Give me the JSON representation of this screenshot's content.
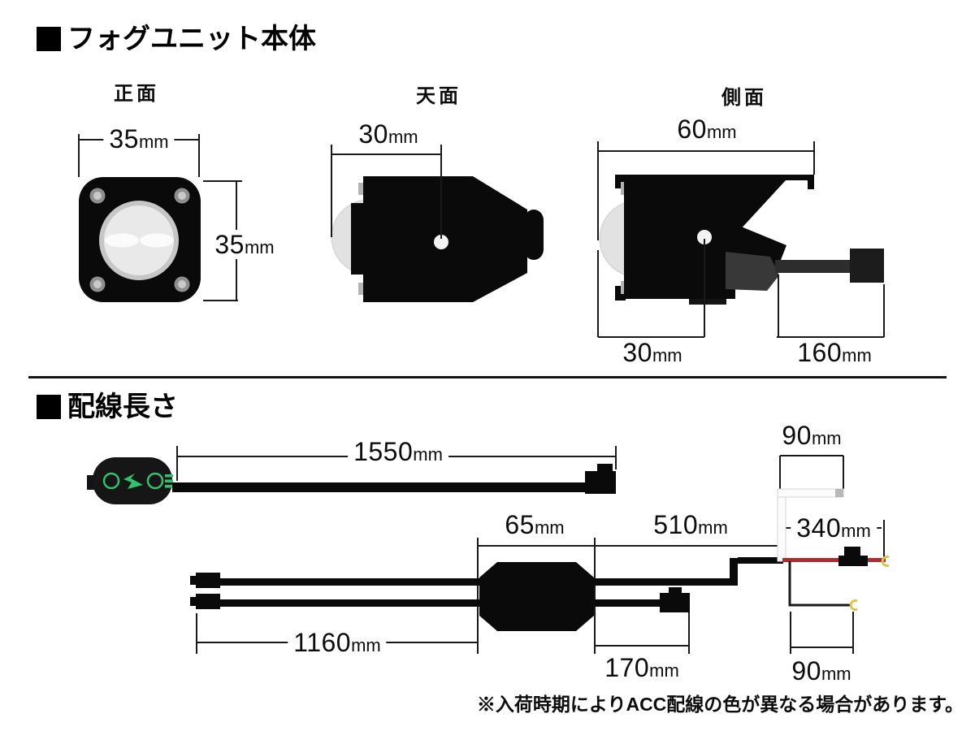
{
  "section_unit": {
    "title": "フォグユニット本体",
    "views": {
      "front": {
        "label": "正面",
        "width": {
          "value": "35",
          "unit": "mm"
        },
        "height": {
          "value": "35",
          "unit": "mm"
        }
      },
      "top": {
        "label": "天面",
        "width": {
          "value": "30",
          "unit": "mm"
        }
      },
      "side": {
        "label": "側面",
        "width": {
          "value": "60",
          "unit": "mm"
        },
        "lens_offset": {
          "value": "30",
          "unit": "mm"
        },
        "cable": {
          "value": "160",
          "unit": "mm"
        }
      }
    }
  },
  "section_wiring": {
    "title": "配線長さ",
    "dims": {
      "switch_cable": {
        "value": "1550",
        "unit": "mm"
      },
      "main_cable": {
        "value": "1160",
        "unit": "mm"
      },
      "controller": {
        "value": "65",
        "unit": "mm"
      },
      "acc_cable": {
        "value": "510",
        "unit": "mm"
      },
      "fuse_cable": {
        "value": "340",
        "unit": "mm"
      },
      "branch_top": {
        "value": "90",
        "unit": "mm"
      },
      "branch_bottom": {
        "value": "90",
        "unit": "mm"
      },
      "connector_tail": {
        "value": "170",
        "unit": "mm"
      }
    },
    "note": "※入荷時期によりACC配線の色が異なる場合があります。"
  },
  "colors": {
    "accent_green": "#2ec46e",
    "wire_red": "#b22a2a",
    "terminal_yellow": "#d9c44e",
    "line_black": "#1a1a1a"
  }
}
